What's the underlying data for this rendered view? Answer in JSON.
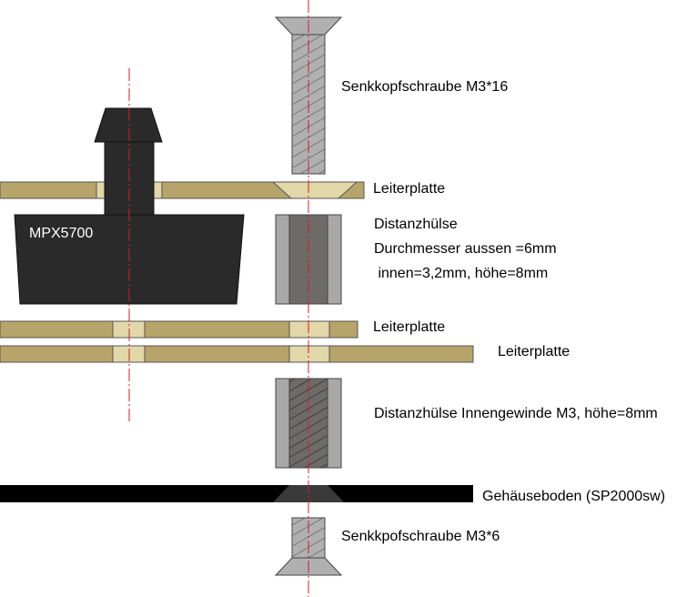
{
  "colors": {
    "pcb": "#b7a46a",
    "pcb_hole": "#e2d7a8",
    "sensor": "#2a2a2a",
    "screw": "#b0b0b0",
    "sleeve_outer": "#a8a8a8",
    "sleeve_inner": "#6e6a68",
    "housing": "#000000",
    "centerline": "#cc2222"
  },
  "labels": {
    "screw_top": "Senkkopfschraube M3*16",
    "pcb_1": "Leiterplatte",
    "spacer_title": "Distanzhülse",
    "spacer_outer": "Durchmesser aussen =6mm",
    "spacer_inner": " innen=3,2mm, höhe=8mm",
    "sensor": "MPX5700",
    "pcb_2": "Leiterplatte",
    "pcb_3": "Leiterplatte",
    "spacer_threaded": "Distanzhülse Innengewinde M3, höhe=8mm",
    "housing_base": "Gehäuseboden (SP2000sw)",
    "screw_bottom": "Senkkpofschraube M3*6"
  }
}
